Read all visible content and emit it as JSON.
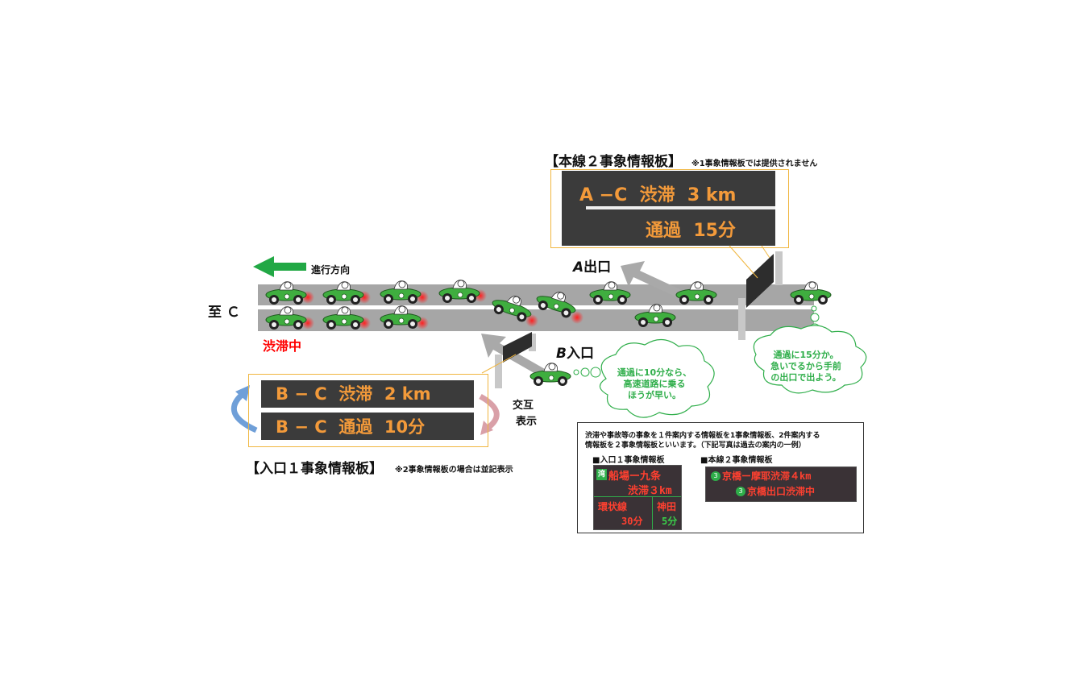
{
  "main_board": {
    "title": "【本線２事象情報板】",
    "note": "※1事象情報板では提供されません",
    "line1": "A −C  渋滞  3 km",
    "line2": "通過  15分"
  },
  "direction_label": "進行方向",
  "destination_label": "至 Ｃ",
  "jam_label": "渋滞中",
  "exit_a": {
    "letter": "A",
    "text": "出口"
  },
  "entrance_b": {
    "letter": "B",
    "text": "入口"
  },
  "entry_board": {
    "title": "【入口１事象情報板】",
    "note": "※2事象情報板の場合は並記表示",
    "line1": "B − C  渋滞  2 km",
    "line2": "B − C  通過  10分",
    "alternate_label_1": "交互",
    "alternate_label_2": "表示"
  },
  "bubble_entrance": {
    "line1": "通過に10分なら、",
    "line2": "高速道路に乗る",
    "line3": "ほうが早い。"
  },
  "bubble_main": {
    "line1": "通過に15分か。",
    "line2": "急いでるから手前",
    "line3": "の出口で出よう。"
  },
  "info_box": {
    "desc_line1": "渋滞や事故等の事象を１件案内する情報板を1事象情報板、2件案内する",
    "desc_line2": "情報板を２事象情報板といいます。（下記写真は過去の案内の一例）",
    "entry_label": "■入口１事象情報板",
    "main_label": "■本線２事象情報板",
    "photo1": {
      "badge": "湾",
      "line1": "船場ー九条",
      "line2": "渋滞３km",
      "route1": "環状線",
      "route2": "神田",
      "time1": "30分",
      "time2": "5分"
    },
    "photo2": {
      "badge1": "3",
      "line1": "京橋ー摩耶渋滞４km",
      "badge2": "3",
      "line2": "京橋出口渋滞中"
    }
  },
  "colors": {
    "board_bg": "#3b3b3b",
    "board_text": "#f39a3a",
    "frame": "#f0b640",
    "road": "#a6a6a6",
    "car": "#3fae3f",
    "bubble_text": "#2fae4a",
    "jam_text": "#ff0000",
    "arrow_green": "#22a845"
  },
  "icons": [
    "direction-arrow-icon",
    "car-icon",
    "swap-arrow-icon",
    "exit-arrow-icon"
  ]
}
